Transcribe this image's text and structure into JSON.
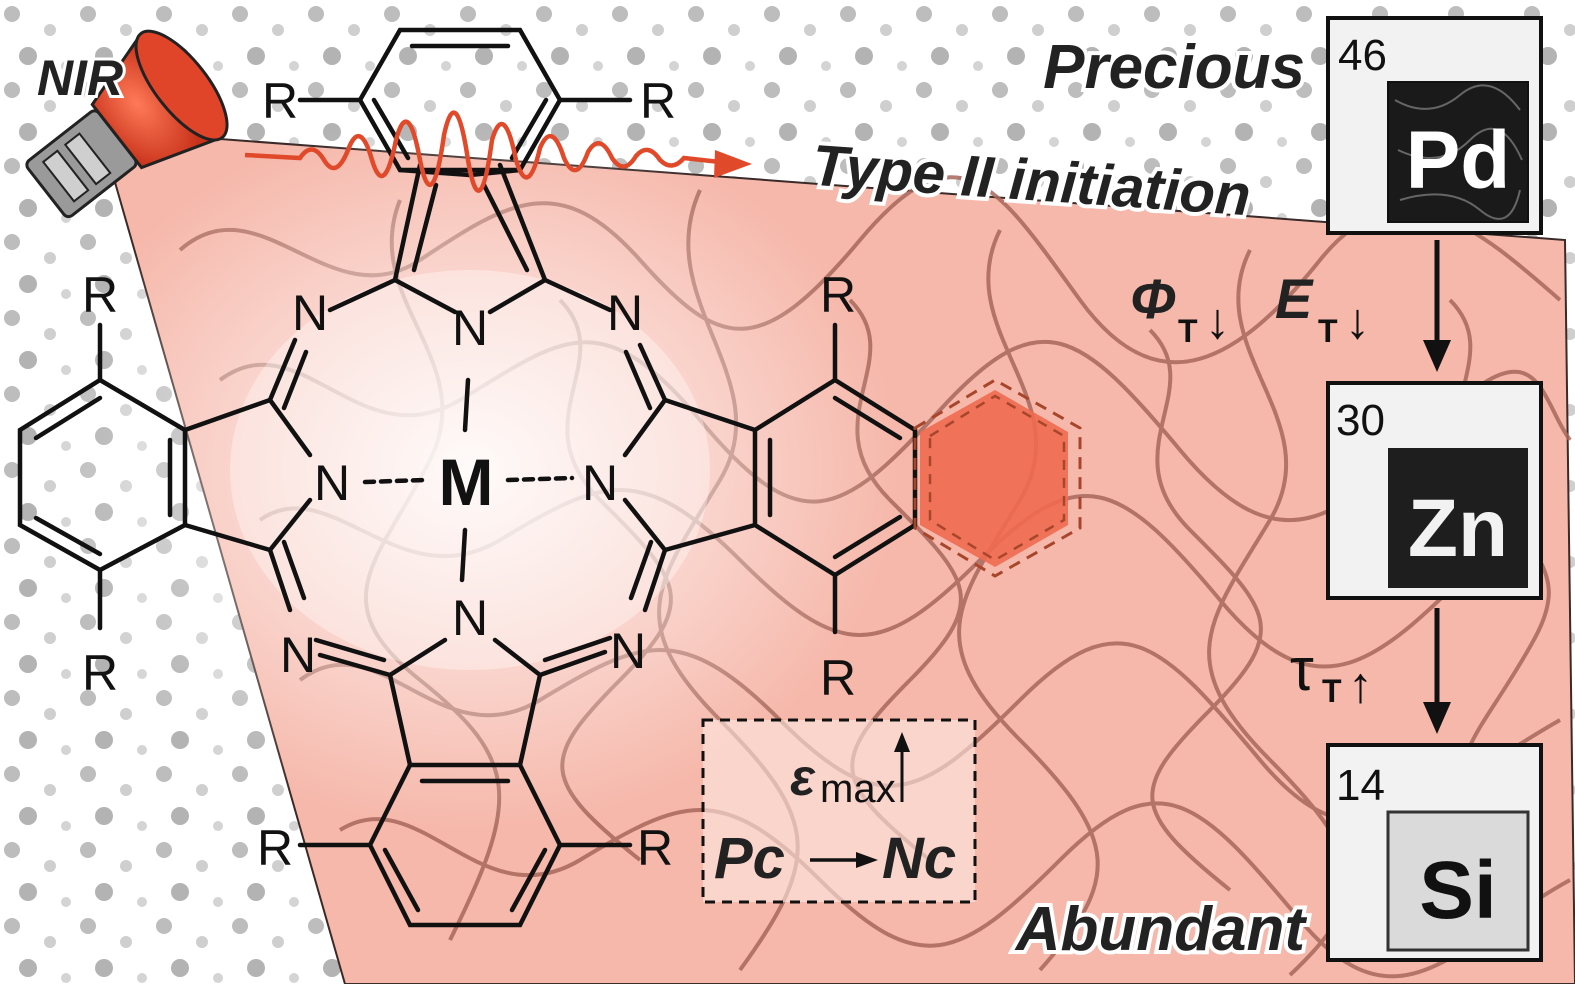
{
  "light_source": {
    "label": "NIR",
    "icon": "flashlight-icon",
    "beam_color": "#e04a2a"
  },
  "initiation_label": "Type II initiation",
  "molecule": {
    "metal_label": "M",
    "nitrogen_label": "N",
    "substituent_label": "R",
    "fused_ring_color": "#ef6a4f"
  },
  "box": {
    "epsilon_symbol": "ε",
    "epsilon_sub": "max",
    "pc_label": "Pc",
    "nc_label": "Nc",
    "nc_color": "#b2391f"
  },
  "scale": {
    "top_label": "Precious",
    "bottom_label": "Abundant",
    "elements": [
      {
        "number": "46",
        "symbol": "Pd"
      },
      {
        "number": "30",
        "symbol": "Zn"
      },
      {
        "number": "14",
        "symbol": "Si"
      }
    ],
    "props_1": {
      "phi": "Φ",
      "phi_sub": "T",
      "e": "E",
      "e_sub": "T",
      "arrow": "↓"
    },
    "props_2": {
      "tau": "τ",
      "tau_sub": "T",
      "arrow": "↑"
    }
  },
  "colors": {
    "film": "#f6b8ab",
    "polymer_lines": "#a8675b",
    "dots": "#b4b4b4",
    "accent": "#e04a2a"
  }
}
